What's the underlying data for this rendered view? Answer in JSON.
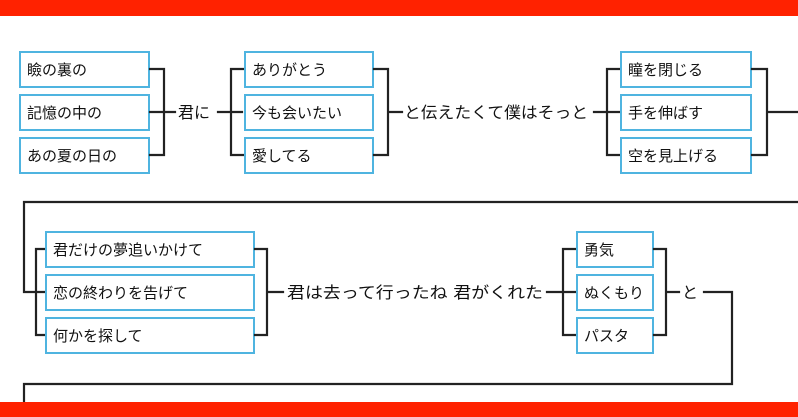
{
  "diagram": {
    "row1": {
      "group_a": [
        "瞼の裏の",
        "記憶の中の",
        "あの夏の日の"
      ],
      "join_a": "君に",
      "group_b": [
        "ありがとう",
        "今も会いたい",
        "愛してる"
      ],
      "join_b": "と伝えたくて僕はそっと",
      "group_c": [
        "瞳を閉じる",
        "手を伸ばす",
        "空を見上げる"
      ]
    },
    "row2": {
      "group_d": [
        "君だけの夢追いかけて",
        "恋の終わりを告げて",
        "何かを探して"
      ],
      "join_c": "君は去って行ったね 君がくれた",
      "group_e": [
        "勇気",
        "ぬくもり",
        "パスタ"
      ],
      "join_d": "と"
    }
  },
  "colors": {
    "band": "#ff2200",
    "box_border": "#4fb4e0",
    "line": "#222222"
  }
}
